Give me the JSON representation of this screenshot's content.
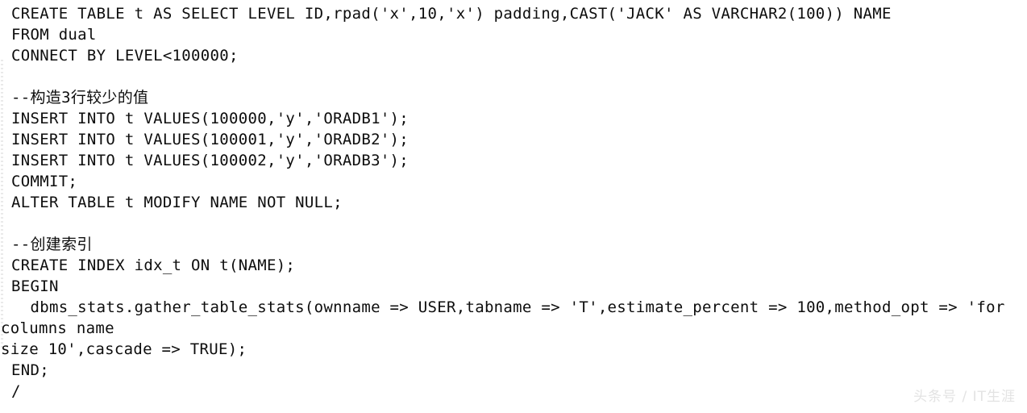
{
  "page": {
    "background_color": "#ffffff",
    "text_color": "#0d0d0d",
    "language": "sql"
  },
  "code": {
    "lines": [
      {
        "text": "CREATE TABLE t AS SELECT LEVEL ID,rpad('x',10,'x') padding,CAST('JACK' AS VARCHAR2(100)) NAME",
        "wrapped": false
      },
      {
        "text": "FROM dual",
        "wrapped": false
      },
      {
        "text": "CONNECT BY LEVEL<100000;",
        "wrapped": false
      },
      {
        "text": "",
        "wrapped": false
      },
      {
        "text": "--构造3行较少的值",
        "wrapped": false
      },
      {
        "text": "INSERT INTO t VALUES(100000,'y','ORADB1');",
        "wrapped": false
      },
      {
        "text": "INSERT INTO t VALUES(100001,'y','ORADB2');",
        "wrapped": false
      },
      {
        "text": "INSERT INTO t VALUES(100002,'y','ORADB3');",
        "wrapped": false
      },
      {
        "text": "COMMIT;",
        "wrapped": false
      },
      {
        "text": "ALTER TABLE t MODIFY NAME NOT NULL;",
        "wrapped": false
      },
      {
        "text": "",
        "wrapped": false
      },
      {
        "text": "--创建索引",
        "wrapped": false
      },
      {
        "text": "CREATE INDEX idx_t ON t(NAME);",
        "wrapped": false
      },
      {
        "text": "BEGIN",
        "wrapped": false
      },
      {
        "text": "  dbms_stats.gather_table_stats(ownname => USER,tabname => 'T',estimate_percent => 100,method_opt => 'for",
        "wrapped": false
      },
      {
        "text": "columns name",
        "wrapped": true
      },
      {
        "text": "size 10',cascade => TRUE);",
        "wrapped": true
      },
      {
        "text": "END;",
        "wrapped": false
      },
      {
        "text": "/",
        "wrapped": false
      }
    ]
  },
  "watermark": {
    "text": "头条号 / IT生涯",
    "color": "#e3e3e3"
  }
}
